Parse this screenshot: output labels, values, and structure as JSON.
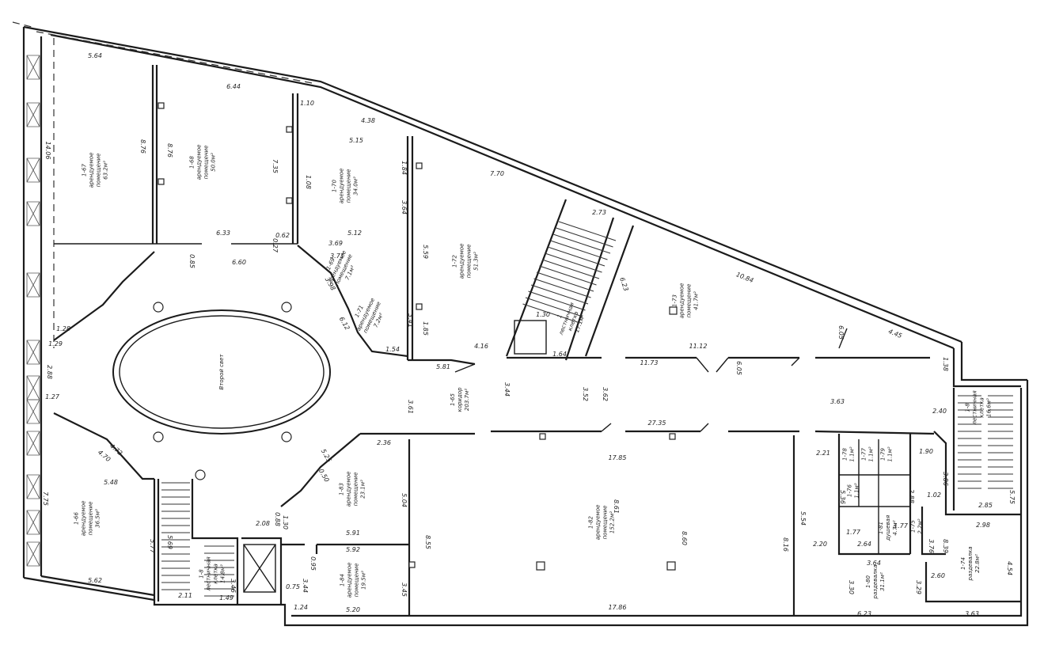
{
  "atrium_label": "Второй свет",
  "dimensions": {
    "d564": "5.64",
    "d644": "6.44",
    "d110": "1.10",
    "d438": "4.38",
    "d515": "5.15",
    "d770": "7.70",
    "d1084": "10.84",
    "d445": "4.45",
    "d876": "8.76",
    "d876b": "8.76",
    "d735": "7.35",
    "d1406": "14.06",
    "d633": "6.33",
    "d660": "6.60",
    "d512": "5.12",
    "d369": "3.69",
    "d062": "0.62",
    "d027": "0.27",
    "d108": "1.08",
    "d184": "1.84",
    "d364a": "3.64",
    "d559": "5.59",
    "d185": "1.85",
    "d341": "3.41",
    "d416": "4.16",
    "d154": "1.54",
    "d581": "5.81",
    "d1112": "11.12",
    "d1173": "11.73",
    "d2735": "27.35",
    "d1785": "17.85",
    "d1786": "17.86",
    "d861": "8.61",
    "d860": "8.60",
    "d855": "8.55",
    "d816": "8.16",
    "d554": "5.54",
    "d504": "5.04",
    "d591": "5.91",
    "d592": "5.92",
    "d520": "5.20",
    "d236": "2.36",
    "d208": "2.08",
    "d130": "1.30",
    "d088": "0.88",
    "d344": "3.44",
    "d345": "3.45",
    "d075": "0.75",
    "d124": "1.24",
    "d095": "0.95",
    "d361": "3.61",
    "d344b": "3.44",
    "d352": "3.52",
    "d362": "3.62",
    "d363": "3.63",
    "d128": "1.28",
    "d288": "2.88",
    "d127": "1.27",
    "d129": "1.29",
    "d548": "5.48",
    "d577": "5.77",
    "d562": "5.62",
    "d775": "7.75",
    "d211": "2.11",
    "d149": "1.49",
    "d346": "3.46",
    "d569": "5.69",
    "d470": "4.70",
    "d472": "4.72",
    "d221": "2.21",
    "d220": "2.20",
    "d190": "1.90",
    "d240": "2.40",
    "d138": "1.38",
    "d285": "2.85",
    "d298": "2.98",
    "d575": "5.75",
    "d386": "3.86",
    "d102": "1.02",
    "d623": "6.23",
    "d363b": "3.63",
    "d330": "3.30",
    "d329": "3.29",
    "d260": "2.60",
    "d454": "4.54",
    "d839": "8.39",
    "d376": "3.76",
    "d364": "3.64",
    "d264": "2.64",
    "d177": "1.77",
    "d177b": "1.77",
    "d288b": "2.88",
    "d273": "2.73",
    "d130b": "1.30",
    "d164": "1.64",
    "d623b": "6.23",
    "d605": "6.05",
    "d605b": "6.05",
    "d085": "0.85",
    "d612": "6.12",
    "d398": "3.98",
    "d371": "3.71",
    "d525": "5.25",
    "d536": "5.36",
    "d050": "0.50"
  },
  "rooms": {
    "r167": [
      "1-67",
      "арендуемое",
      "помещение",
      "63.2м²"
    ],
    "r168": [
      "1-68",
      "арендуемое",
      "помещение",
      "50.0м²"
    ],
    "r170": [
      "1-70",
      "арендуемое",
      "помещение",
      "34.0м²"
    ],
    "r172": [
      "1-72",
      "арендуемое",
      "помещение",
      "51.3м²"
    ],
    "r173": [
      "1-73",
      "арендуемое",
      "помещение",
      "41.7м²"
    ],
    "r169": [
      "1-69",
      "арендуемое",
      "помещение",
      "7.1м²"
    ],
    "r171": [
      "1-71",
      "арендуемое",
      "помещение",
      "7.2м²"
    ],
    "rstairN": [
      "1",
      "лестничная",
      "клетка",
      "17.1м²"
    ],
    "r165": [
      "1-65",
      "коридор",
      "203.7м²"
    ],
    "r166": [
      "1-66",
      "арендуемое",
      "помещение",
      "36.5м²"
    ],
    "r183": [
      "1-83",
      "арендуемое",
      "помещение",
      "23.1м²"
    ],
    "r184": [
      "1-84",
      "арендуемое",
      "помещение",
      "19.5м²"
    ],
    "r182": [
      "1-82",
      "арендуемое",
      "помещение",
      "152.2м²"
    ],
    "r180": [
      "1-80",
      "раздевалка",
      "31.1м²"
    ],
    "r174": [
      "1-74",
      "раздевалка",
      "22.8м²"
    ],
    "r181": [
      "1-81",
      "душевая",
      "4.7м²"
    ],
    "rstairE": [
      "1-8",
      "лестничная",
      "клетка",
      "16.6м²"
    ],
    "rstairS": [
      "1-8",
      "лестничная",
      "клетка",
      "14.8м²"
    ],
    "wc1": [
      "1-78",
      "1.1м²"
    ],
    "wc2": [
      "1-77",
      "1.1м²"
    ],
    "wc3": [
      "1-79",
      "1.1м²"
    ],
    "wc4": [
      "1-76",
      "1.1м²"
    ],
    "wc5": [
      "1-75",
      "2.2м²"
    ]
  }
}
